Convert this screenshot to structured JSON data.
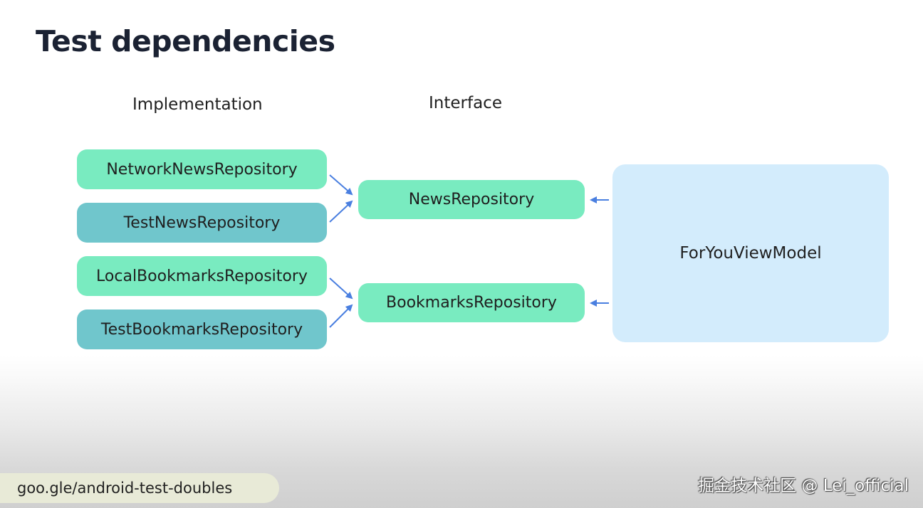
{
  "title": "Test dependencies",
  "columns": {
    "implementation": "Implementation",
    "interface": "Interface"
  },
  "nodes": {
    "network_news_repository": "NetworkNewsRepository",
    "test_news_repository": "TestNewsRepository",
    "local_bookmarks_repository": "LocalBookmarksRepository",
    "test_bookmarks_repository": "TestBookmarksRepository",
    "news_repository": "NewsRepository",
    "bookmarks_repository": "BookmarksRepository",
    "for_you_view_model": "ForYouViewModel"
  },
  "edges": [
    {
      "from": "NetworkNewsRepository",
      "to": "NewsRepository"
    },
    {
      "from": "TestNewsRepository",
      "to": "NewsRepository"
    },
    {
      "from": "LocalBookmarksRepository",
      "to": "BookmarksRepository"
    },
    {
      "from": "TestBookmarksRepository",
      "to": "BookmarksRepository"
    },
    {
      "from": "ForYouViewModel",
      "to": "NewsRepository"
    },
    {
      "from": "ForYouViewModel",
      "to": "BookmarksRepository"
    }
  ],
  "colors": {
    "real_implementation": "#79ebc0",
    "test_implementation": "#70c6cc",
    "interface": "#79ebc0",
    "consumer": "#d3ecfc",
    "arrow": "#4a7fe0"
  },
  "footer": {
    "link": "goo.gle/android-test-doubles",
    "watermark": "掘金技术社区 @ Lei_official"
  }
}
